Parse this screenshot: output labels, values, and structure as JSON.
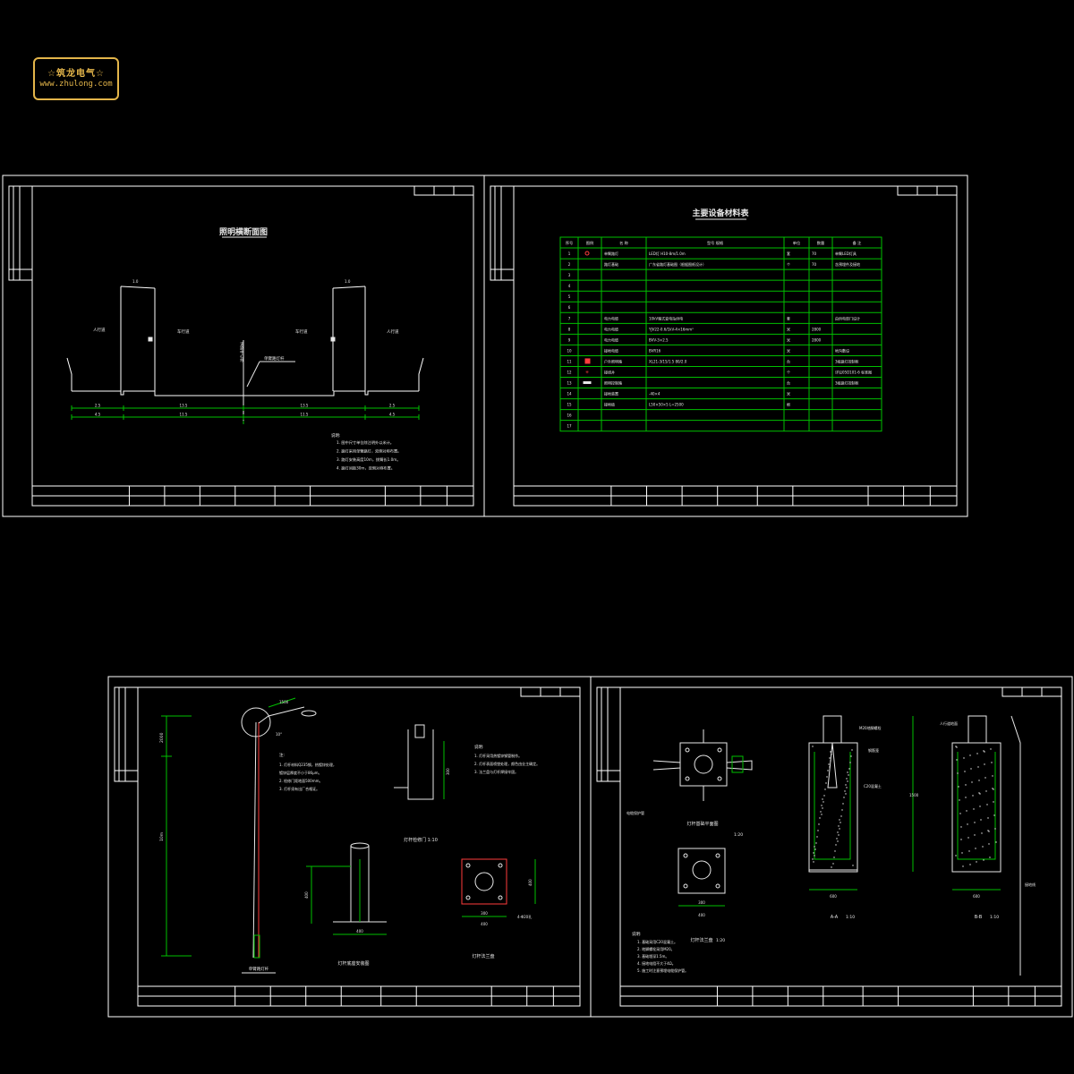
{
  "logo": {
    "title": "☆筑龙电气☆",
    "url": "www.zhulong.com"
  },
  "colors": {
    "frame": "#ffffff",
    "table_grid": "#00c000",
    "dimension": "#00c000",
    "annotation": "#e8e8e8",
    "pole": "#ff3c3c",
    "accent": "#e3b54a"
  },
  "sheet1": {
    "title": "照明横断面图",
    "labels": {
      "sidewalk_left": "人行道",
      "lane_left": "车行道",
      "lane_right": "车行道",
      "sidewalk_right": "人行道",
      "center_line": "道路中心线",
      "lamp_arm_left": "1.0",
      "lamp_arm_right": "1.0",
      "pole_callout": "单臂路灯杆"
    },
    "dims": [
      "2.5",
      "13.5",
      "13.5",
      "2.5",
      "4.5",
      "11.5",
      "11.5",
      "4.5"
    ],
    "notes_title": "说明:",
    "notes": [
      "1. 图中尺寸单位除注明外以米计。",
      "2. 路灯采用单臂路灯，双侧对称布置。",
      "3. 路灯安装高度10m，挑臂长1.0m。",
      "4. 路灯间距30m，双侧对称布置。"
    ]
  },
  "sheet2": {
    "title": "主要设备材料表",
    "headers": [
      "序号",
      "图例",
      "名 称",
      "型号 规格",
      "单位",
      "数量",
      "备 注"
    ],
    "rows": [
      [
        "1",
        "",
        "单臂路灯",
        "LED灯 H10-8m/1.0m",
        "套",
        "70",
        "单臂LED灯具"
      ],
      [
        "2",
        "",
        "路灯基础",
        "广东省路灯基础图（根据图纸设计）",
        "个",
        "70",
        "含预埋件及接地"
      ],
      [
        "3",
        "",
        "",
        "",
        "",
        "",
        ""
      ],
      [
        "4",
        "",
        "",
        "",
        "",
        "",
        ""
      ],
      [
        "5",
        "",
        "",
        "",
        "",
        "",
        ""
      ],
      [
        "6",
        "",
        "",
        "",
        "",
        "",
        ""
      ],
      [
        "7",
        "",
        "电力电缆",
        "10kV箱式变电站供电",
        "套",
        "",
        "由供电部门设计"
      ],
      [
        "8",
        "",
        "电力电缆",
        "YJV22-0.6/1kV-4×16mm²",
        "米",
        "2800",
        ""
      ],
      [
        "9",
        "",
        "电力电缆",
        "BVV-3×2.5",
        "米",
        "2800",
        ""
      ],
      [
        "10",
        "",
        "接地电缆",
        "BVR16",
        "米",
        "",
        "地沟敷设"
      ],
      [
        "11",
        "",
        "户外照明箱",
        "XL21-3/15/1.5 80/2.0",
        "台",
        "",
        "3组路灯控制柜"
      ],
      [
        "12",
        "",
        "接线井",
        "",
        "个",
        "",
        "详见05D101-6 标准图"
      ],
      [
        "13",
        "",
        "照明控制箱",
        "",
        "台",
        "",
        "3组路灯控制柜"
      ],
      [
        "14",
        "",
        "接地装置",
        "-40×4",
        "米",
        "",
        ""
      ],
      [
        "15",
        "",
        "接地极",
        "L50×50×5 L=2500",
        "根",
        "",
        ""
      ],
      [
        "16",
        "",
        "",
        "",
        "",
        "",
        ""
      ],
      [
        "17",
        "",
        "",
        "",
        "",
        "",
        ""
      ]
    ]
  },
  "sheet3": {
    "labels": {
      "arm_length": "1500",
      "arm_angle": "10°",
      "pole_height": "10m",
      "top_dim": "2000",
      "pole_caption": "单臂路灯杆",
      "door_caption": "灯杆检修门 1:10",
      "base_caption": "灯杆底座安装图",
      "flange_caption": "灯杆法兰盘",
      "door_h": "300",
      "base_dim1": "400",
      "base_dim2": "400",
      "flange_w": "300",
      "flange_w2": "400",
      "flange_h": "400",
      "callout": "4-Φ20孔"
    },
    "note_title": "说明:",
    "notes": [
      "1. 灯杆采用热镀锌钢管制作。",
      "2. 灯杆表面喷塑处理，颜色由业主确定。",
      "3. 法兰盘与灯杆焊接牢固。"
    ],
    "spec_title": "注:",
    "specs": [
      "1. 灯杆材料Q235钢，热镀锌处理，",
      "   镀锌层厚度不小于86μm。",
      "2. 检修门距地面500mm。",
      "3. 灯杆须有出厂合格证。"
    ]
  },
  "sheet4": {
    "labels": {
      "plan_caption": "灯杆基础平面图",
      "plan_scale": "1:20",
      "flange_plan_caption": "灯杆法兰盘",
      "flange_scale": "1:20",
      "sec_a": "A-A",
      "sec_a_scale": "1:10",
      "sec_b": "B-B",
      "sec_b_scale": "1:10",
      "dim_300": "300",
      "dim_400": "400",
      "dim_600": "600",
      "dim_1500": "1500",
      "ground": "人行道地面",
      "conduit": "电缆保护管",
      "concrete": "C20混凝土",
      "bolt": "M20地脚螺栓",
      "grounding": "接地线",
      "rebar": "钢筋笼"
    },
    "notes_title": "说明:",
    "notes": [
      "1. 基础采用C20混凝土。",
      "2. 地脚螺栓采用M20。",
      "3. 基础埋深1.5m。",
      "4. 接地电阻不大于4Ω。",
      "5. 施工时注意预埋电缆保护管。"
    ]
  }
}
